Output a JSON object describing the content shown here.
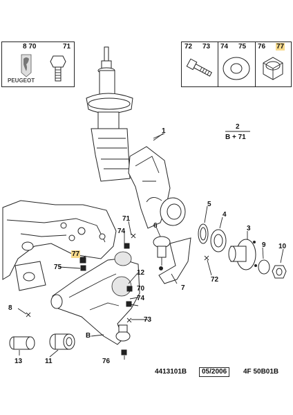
{
  "hardware_panels": {
    "left": {
      "header": "8  70",
      "right_header": "71",
      "logo_text": "PEUGEOT"
    },
    "right": {
      "cells": [
        "72",
        "73",
        "74",
        "75",
        "76",
        "77"
      ]
    }
  },
  "fraction": {
    "numerator": "2",
    "denominator": "B + 71"
  },
  "part_labels": {
    "p1": "1",
    "p3": "3",
    "p4": "4",
    "p5": "5",
    "p6": "6",
    "p7": "7",
    "p8": "8",
    "p9": "9",
    "p10": "10",
    "p11": "11",
    "p12": "12",
    "p13": "13",
    "p70": "70",
    "p71": "71",
    "p72": "72",
    "p73": "73",
    "p74": "74",
    "p74b": "74",
    "p75": "75",
    "p76": "76",
    "p77": "77",
    "pB": "B"
  },
  "highlight_color": "#f6d98a",
  "footer": {
    "ref": "4413101B",
    "date": "05/2006",
    "code": "4F 50B01B"
  }
}
